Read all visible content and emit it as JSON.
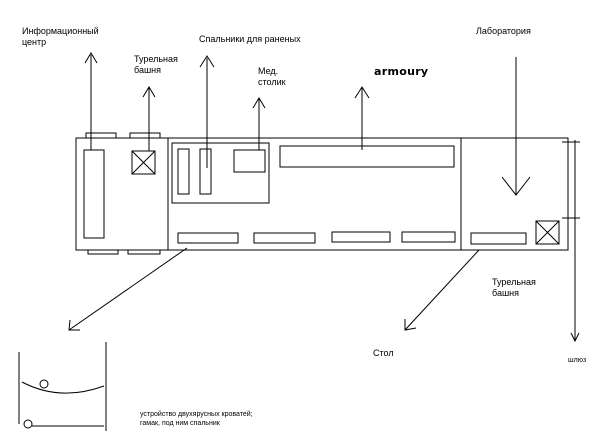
{
  "labels": {
    "info_center": "Информационный\nцентр",
    "turret_left": "Турельная\nбашня",
    "sleeping_bags": "Спальники для раненых",
    "med_table": "Мед.\nстолик",
    "armoury": "armoury",
    "laboratory": "Лаборатория",
    "turret_right": "Турельная\nбашня",
    "table": "Стол",
    "airlock": "шлюз",
    "bunk_note": "устройство двухярусных кроватей;\nгамак, под ним спальник"
  }
}
